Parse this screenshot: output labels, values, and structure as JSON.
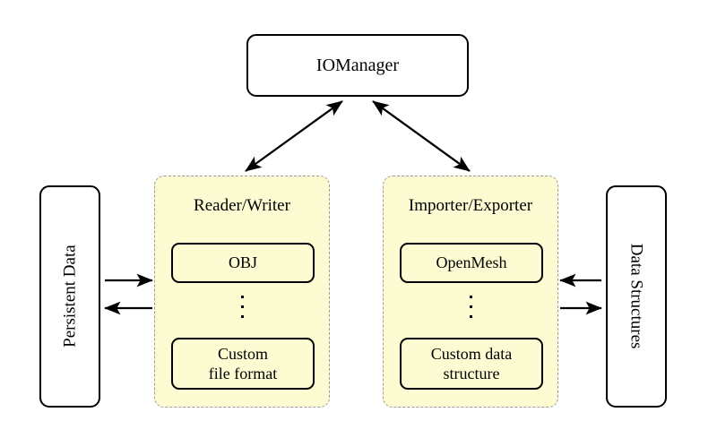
{
  "diagram": {
    "title_node": {
      "label": "IOManager"
    },
    "left_store": {
      "label": "Persistent Data"
    },
    "right_store": {
      "label": "Data Structures"
    },
    "panels": [
      {
        "id": "reader-writer",
        "title": "Reader/Writer",
        "items": [
          {
            "label": "OBJ"
          },
          {
            "label": "Custom file format",
            "line1": "Custom",
            "line2": "file format"
          }
        ],
        "ellipsis": "⋮"
      },
      {
        "id": "importer-exporter",
        "title": "Importer/Exporter",
        "items": [
          {
            "label": "OpenMesh"
          },
          {
            "label": "Custom data structure",
            "line1": "Custom data",
            "line2": "structure"
          }
        ],
        "ellipsis": "⋮"
      }
    ],
    "connections": [
      {
        "name": "manager-to-reader",
        "from": "IOManager",
        "to": "Reader/Writer",
        "style": "double-headed"
      },
      {
        "name": "manager-to-importer",
        "from": "IOManager",
        "to": "Importer/Exporter",
        "style": "double-headed"
      },
      {
        "name": "persistent-to-reader",
        "from": "Persistent Data",
        "to": "Reader/Writer",
        "style": "single-headed-right"
      },
      {
        "name": "reader-to-persistent",
        "from": "Reader/Writer",
        "to": "Persistent Data",
        "style": "single-headed-left"
      },
      {
        "name": "structures-to-importer",
        "from": "Data Structures",
        "to": "Importer/Exporter",
        "style": "single-headed-left"
      },
      {
        "name": "importer-to-structures",
        "from": "Importer/Exporter",
        "to": "Data Structures",
        "style": "single-headed-right"
      }
    ]
  },
  "colors": {
    "panel_fill": "#fdfbd2",
    "panel_border": "#9a9a9a",
    "node_border": "#000000",
    "background": "#ffffff",
    "text": "#000000"
  }
}
